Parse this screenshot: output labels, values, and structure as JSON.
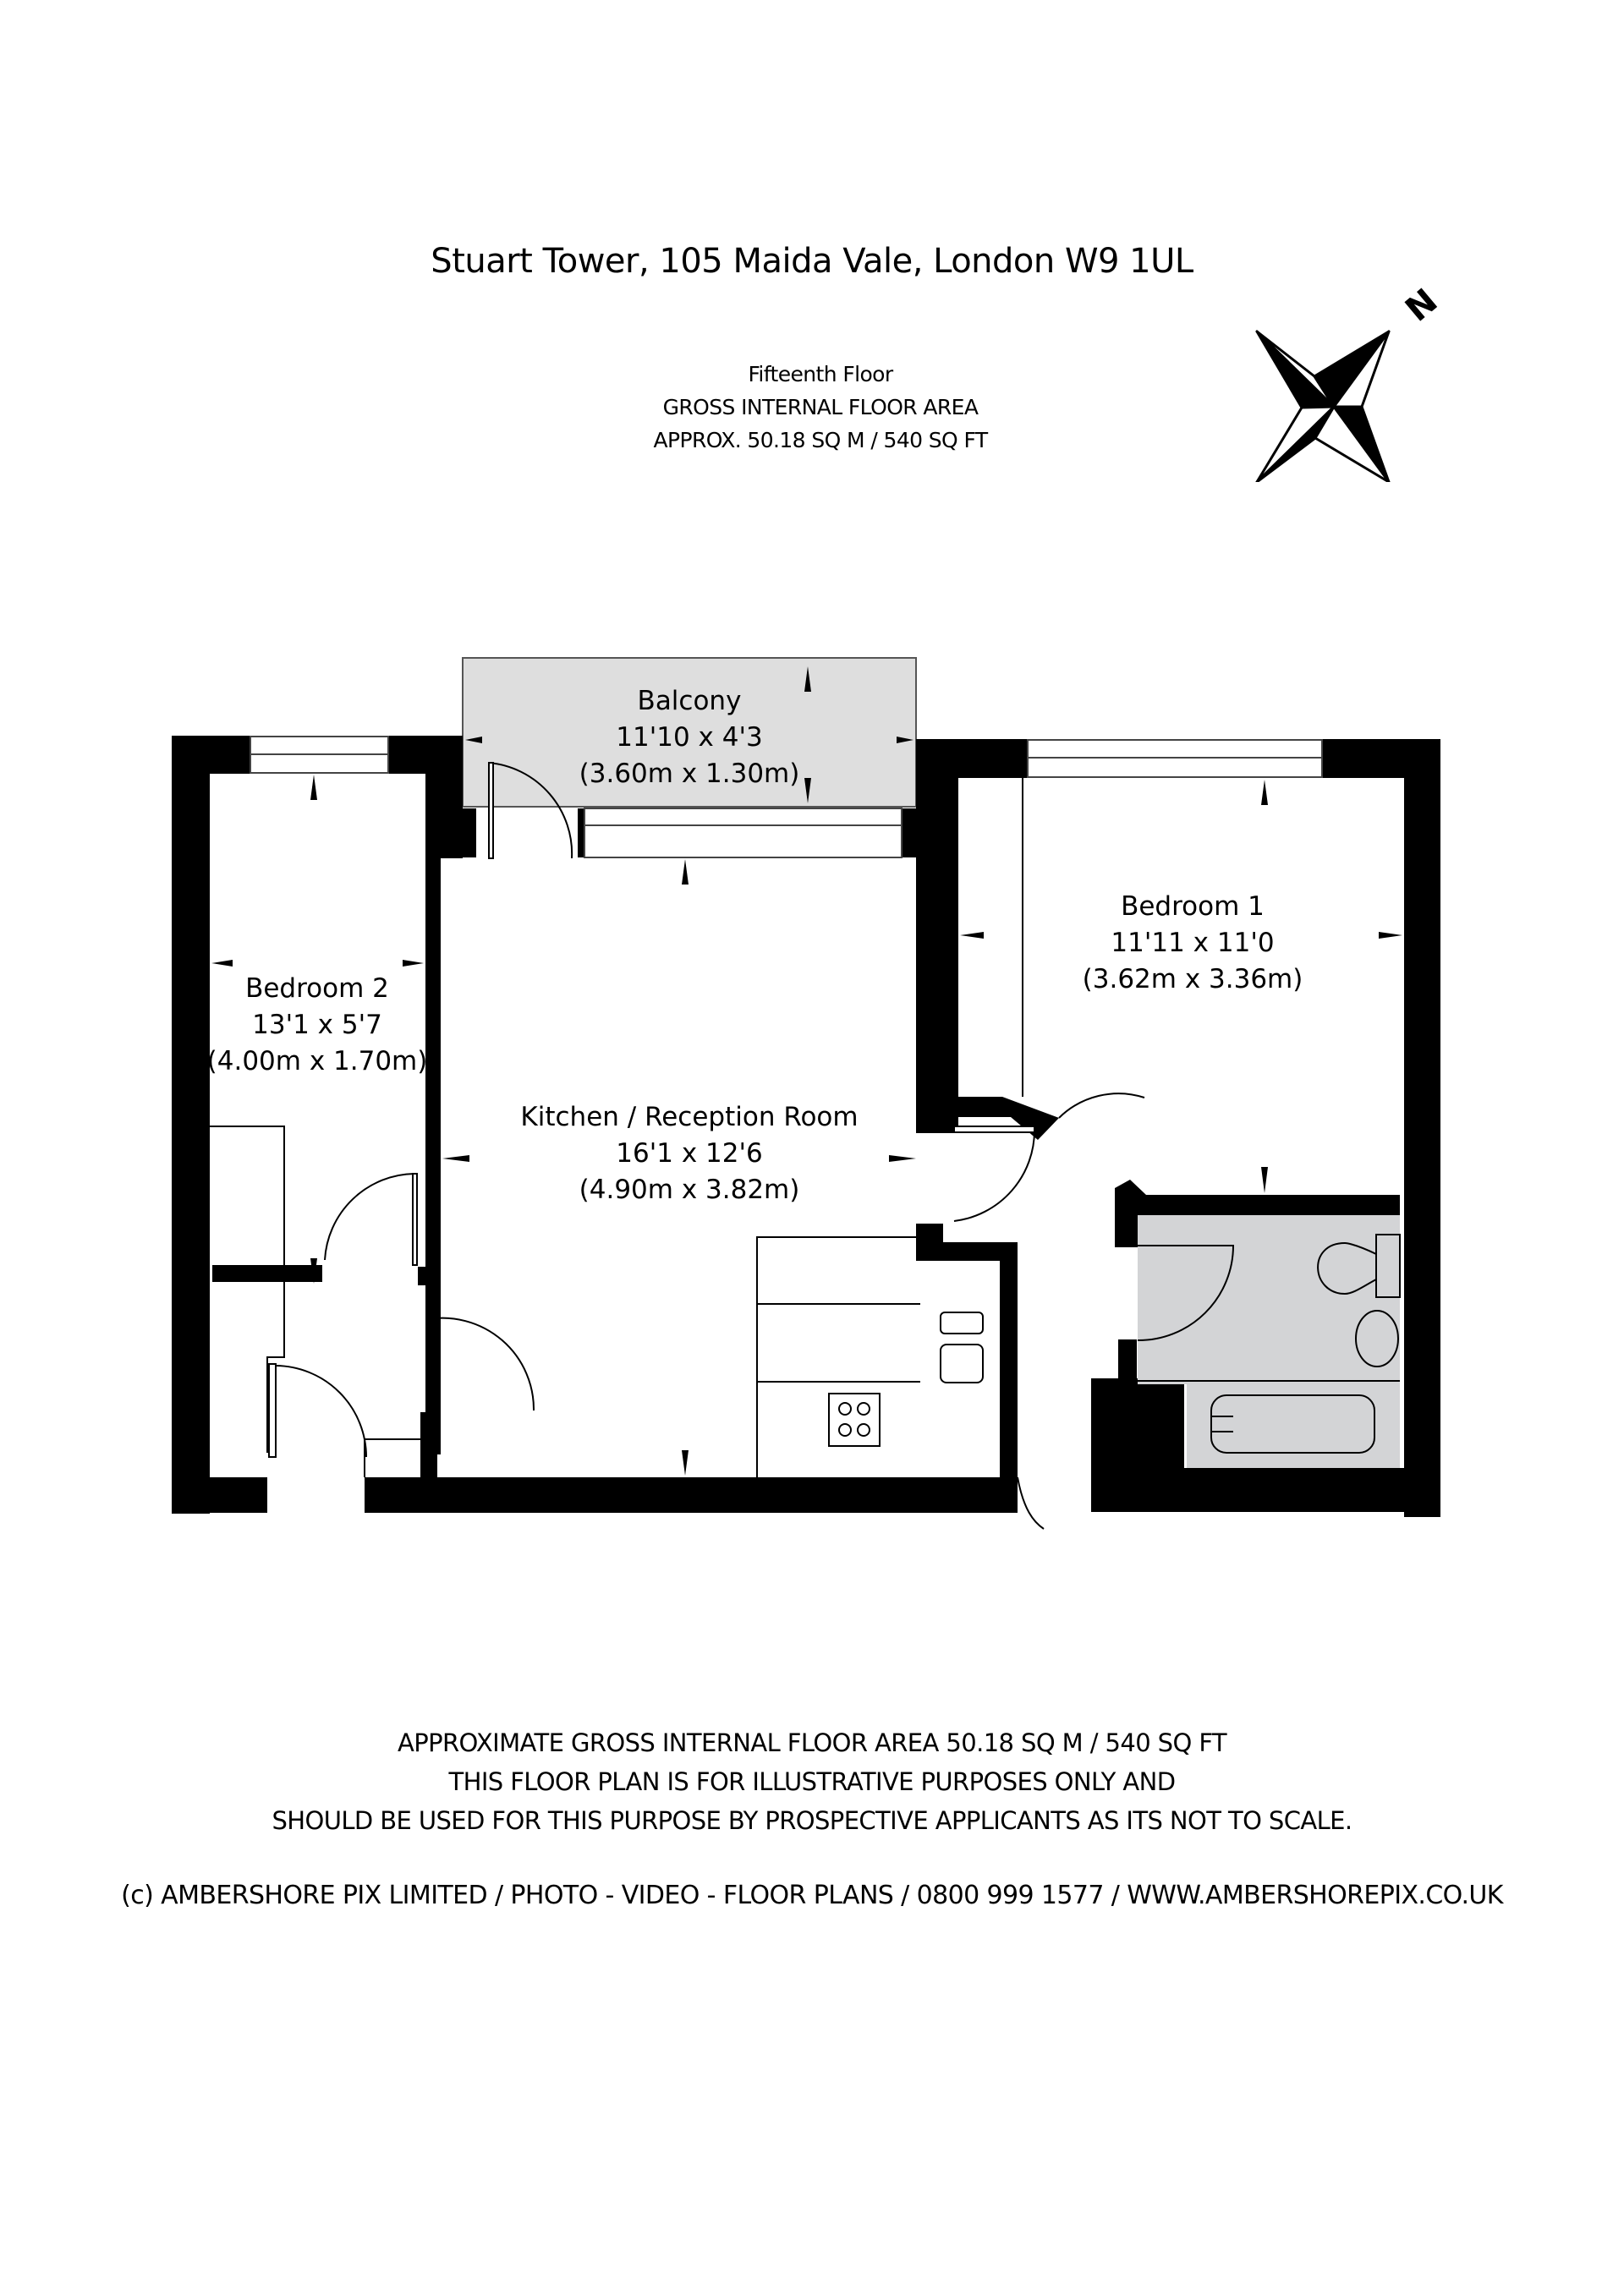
{
  "header": {
    "address": "Stuart Tower, 105 Maida Vale, London W9 1UL",
    "floor": "Fifteenth Floor",
    "area_label": "GROSS INTERNAL FLOOR AREA",
    "area_value": "APPROX. 50.18 SQ M / 540 SQ FT"
  },
  "compass": {
    "icon": "north-arrow-compass-icon",
    "letter": "N"
  },
  "colors": {
    "wall": "#000000",
    "wet_area": "#d3d4d6",
    "balcony": "#dedede",
    "background": "#ffffff"
  },
  "rooms": [
    {
      "name": "Balcony",
      "imperial": "11'10 x 4'3",
      "metric": "(3.60m x 1.30m)"
    },
    {
      "name": "Bedroom 2",
      "imperial": "13'1 x 5'7",
      "metric": "(4.00m x 1.70m)"
    },
    {
      "name": "Kitchen / Reception Room",
      "imperial": "16'1 x 12'6",
      "metric": "(4.90m x 3.82m)"
    },
    {
      "name": "Bedroom 1",
      "imperial": "11'11 x 11'0",
      "metric": "(3.62m x 3.36m)"
    }
  ],
  "footer": {
    "line1": "APPROXIMATE GROSS INTERNAL FLOOR AREA 50.18 SQ M / 540 SQ FT",
    "line2": "THIS FLOOR PLAN IS FOR ILLUSTRATIVE PURPOSES ONLY AND",
    "line3": "SHOULD BE USED FOR THIS PURPOSE BY PROSPECTIVE APPLICANTS AS ITS NOT TO SCALE.",
    "copyright": "(c) AMBERSHORE PIX LIMITED / PHOTO - VIDEO - FLOOR PLANS / 0800 999 1577 / WWW.AMBERSHOREPIX.CO.UK"
  }
}
